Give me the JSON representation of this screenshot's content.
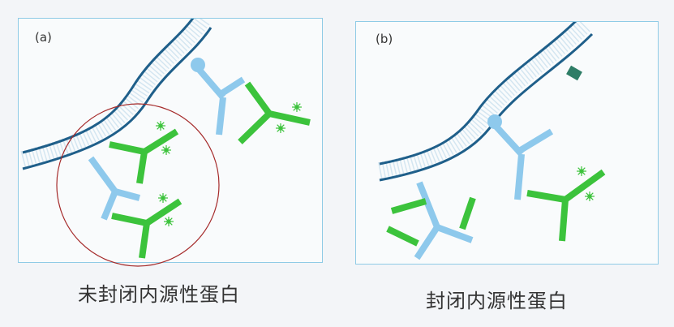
{
  "panel_a": {
    "label": "(a)",
    "caption": "未封闭内源性蛋白"
  },
  "panel_b": {
    "label": "(b)",
    "caption": "封闭内源性蛋白"
  },
  "colors": {
    "membrane": "#2f6fa0",
    "primary_antibody": "#8ec9ec",
    "secondary_antibody": "#3cc33c",
    "blocking_agent": "#2e7d66",
    "highlight_circle": "#a52a2a"
  },
  "icons": [
    "membrane-strand",
    "primary-antibody",
    "secondary-antibody",
    "fluorescent-label",
    "blocking-agent",
    "highlight-circle"
  ]
}
